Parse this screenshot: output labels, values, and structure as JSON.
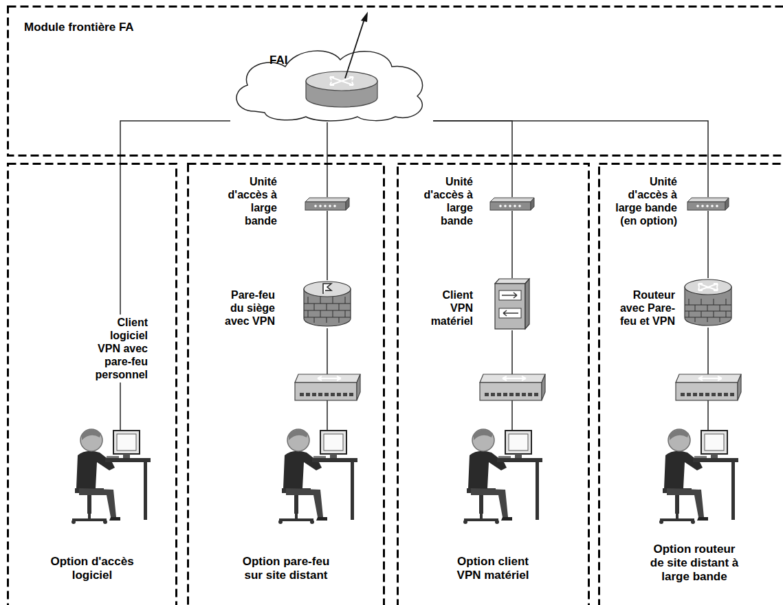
{
  "diagram": {
    "nodes": [
      {
        "text": [
          "Module frontière FA"
        ]
      },
      {
        "text": [
          "FAI"
        ],
        "in": 0
      },
      {
        "text": [
          "Option d'accès logiciel"
        ]
      },
      {
        "text": [
          "Option pare-feu sur site distant"
        ]
      },
      {
        "text": [
          "Unité d'accès à large bande"
        ],
        "in": 3
      },
      {
        "text": [
          "Pare-feu du siège avec VPN"
        ],
        "in": 3
      },
      {
        "text": [
          "Option client VPN matériel"
        ]
      },
      {
        "text": [
          "Unité d'accès à large bande"
        ],
        "in": 6
      },
      {
        "text": [
          "Client VPN matériel"
        ],
        "in": 6
      },
      {
        "text": [
          "Option routeur de site distant à large bande"
        ]
      },
      {
        "text": [
          "Unité d'accès à large bande (en option)"
        ],
        "in": 9
      },
      {
        "text": [
          "Routeur avec Pare-feu et VPN"
        ],
        "in": 9
      }
    ],
    "edges": [
      {
        "from": 1,
        "to": 4,
        "arrow": "none"
      },
      {
        "from": 4,
        "to": 5,
        "arrow": "none"
      },
      {
        "from": 1,
        "to": 7,
        "arrow": "none"
      },
      {
        "from": 7,
        "to": 8,
        "arrow": "none"
      },
      {
        "from": 1,
        "to": 10,
        "arrow": "none"
      },
      {
        "from": 10,
        "to": 11,
        "arrow": "none"
      }
    ],
    "labels": [
      "Client logiciel VPN avec pare-feu personnel"
    ]
  }
}
